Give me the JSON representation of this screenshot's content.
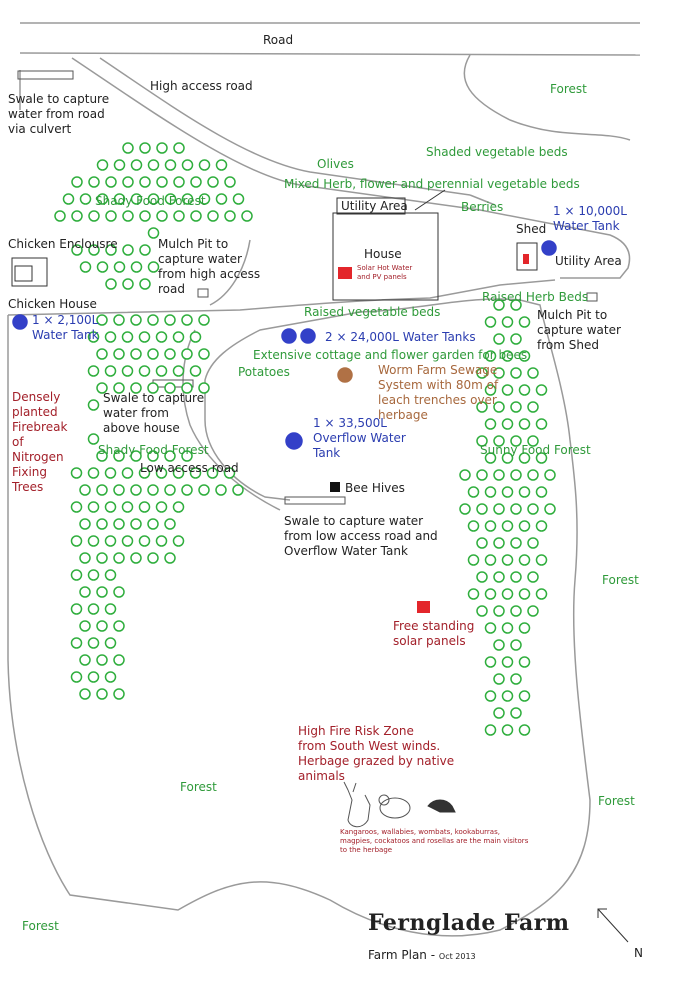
{
  "title": "Fernglade Farm",
  "subtitle": "Farm Plan -",
  "date": "Oct 2013",
  "north_label": "N",
  "colors": {
    "outline": "#9a9a9a",
    "tree": "#2fae3d",
    "water": "#3340c8",
    "solar": "#e3262b",
    "bee": "#111111",
    "worm": "#b07145"
  },
  "labels": {
    "road": "Road",
    "high_access_road": "High access road",
    "swale_road": "Swale to capture\nwater from road\nvia culvert",
    "forest_top_right": "Forest",
    "olives": "Olives",
    "shaded_beds": "Shaded vegetable beds",
    "mixed_herb": "Mixed Herb, flower and perennial vegetable beds",
    "shady_forest_top": "Shady Food Forest",
    "utility_area_house": "Utility Area",
    "berries": "Berries",
    "tank_10000": "1 × 10,000L\nWater Tank",
    "shed": "Shed",
    "utility_area_shed": "Utility Area",
    "chicken_enclosure": "Chicken Enclousre",
    "mulch_pit_high": "Mulch Pit to\ncapture water\nfrom high access\nroad",
    "house": "House",
    "solar_hot_water": "Solar Hot Water\nand PV panels",
    "chicken_house": "Chicken House",
    "tank_2100": "1 × 2,100L\nWater Tank",
    "raised_veg": "Raised vegetable beds",
    "raised_herb": "Raised Herb Beds",
    "mulch_pit_shed": "Mulch Pit to\ncapture water\nfrom Shed",
    "tanks_24000": "2 × 24,000L Water Tanks",
    "cottage_garden": "Extensive cottage and flower garden for bees",
    "potatoes": "Potatoes",
    "worm_farm": "Worm Farm Sewage\nSystem with 80m of\nleach trenches over\nherbage",
    "firebreak": "Densely\nplanted\nFirebreak\nof\nNitrogen\nFixing\nTrees",
    "swale_house": "Swale to capture\nwater from\nabove house",
    "tank_33500": "1 × 33,500L\nOverflow Water\nTank",
    "shady_forest_low": "Shady Food Forest",
    "sunny_forest": "Sunny Food Forest",
    "low_access_road": "Low access road",
    "bee_hives": "Bee Hives",
    "swale_low": "Swale to capture water\nfrom low access road and\nOverflow Water Tank",
    "forest_right_mid": "Forest",
    "solar_panels": "Free standing\nsolar panels",
    "fire_risk": "High Fire Risk Zone\nfrom South West winds.\nHerbage grazed by native\nanimals",
    "forest_bottom_mid": "Forest",
    "forest_bottom_right": "Forest",
    "animals_note": "Kangaroos, wallabies, wombats, kookaburras,\nmagpies, cockatoos and rosellas are the main visitors\nto the herbage",
    "forest_bottom_left": "Forest"
  }
}
